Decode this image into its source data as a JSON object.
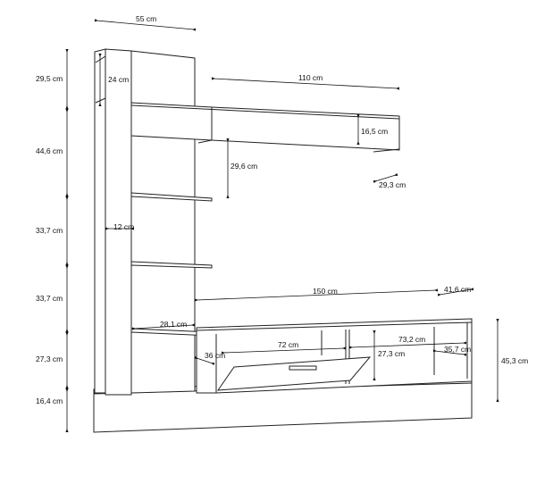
{
  "title": "Wall unit dimension drawing",
  "dimensions": {
    "width_top": "55 cm",
    "h_top": "29,5 cm",
    "inner_24": "24 cm",
    "bridge_width": "110 cm",
    "h_44": "44,6 cm",
    "bridge_height": "16,5 cm",
    "gap_under_bridge": "29,6 cm",
    "bridge_depth": "29,3 cm",
    "h_33a": "33,7 cm",
    "tower_depth": "12 cm",
    "h_33b": "33,7 cm",
    "tv_width": "150 cm",
    "tv_depth": "41,6 cm",
    "shelf_28": "28,1 cm",
    "h_27_left": "27,3 cm",
    "comp_left_width": "72 cm",
    "comp_right_width": "73,2 cm",
    "comp_depth_left": "36 cm",
    "comp_height": "27,3 cm",
    "comp_depth_right": "35,7 cm",
    "tv_height": "45,3 cm",
    "plinth_height": "16,4 cm"
  },
  "colors": {
    "line": "#222222",
    "background": "#ffffff"
  }
}
